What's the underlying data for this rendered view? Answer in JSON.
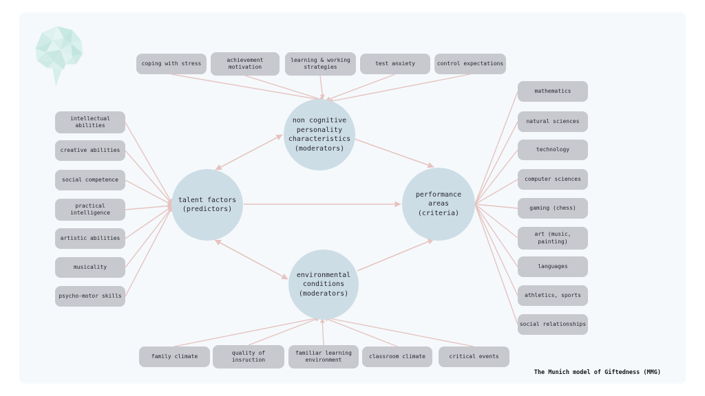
{
  "caption": "The Munich model of Giftedness (MMG)",
  "palette": {
    "page_background": "#ffffff",
    "panel_background": "#f5f9fc",
    "box_fill": "#c8c8cf",
    "box_text": "#26262e",
    "circle_fill": "#cddde6",
    "arrow_color": "#e6c3bf",
    "brain_teal": "#bfe2dc"
  },
  "icons": {
    "brain": "brain-icon (low-poly watercolor teal brain, top-left)"
  },
  "circles": {
    "noncognitive": {
      "label": "non cognitive\npersonality\ncharacteristics\n(moderators)"
    },
    "talent": {
      "label": "talent factors\n(predictors)"
    },
    "performance": {
      "label": "performance\nareas\n(criteria)"
    },
    "environmental": {
      "label": "environmental\nconditions\n(moderators)"
    }
  },
  "top_row": {
    "items": [
      {
        "label": "coping with stress"
      },
      {
        "label": "achievement\nmotivation"
      },
      {
        "label": "learning & working\nstrategies"
      },
      {
        "label": "test anxiety"
      },
      {
        "label": "control expectations"
      }
    ]
  },
  "left_column": {
    "items": [
      {
        "label": "intellectual\nabilities"
      },
      {
        "label": "creative abilities"
      },
      {
        "label": "social competence"
      },
      {
        "label": "practical\nintelligence"
      },
      {
        "label": "artistic abilities"
      },
      {
        "label": "musicality"
      },
      {
        "label": "psycho-motor skills"
      }
    ]
  },
  "right_column": {
    "items": [
      {
        "label": "mathematics"
      },
      {
        "label": "natural sciences"
      },
      {
        "label": "technology"
      },
      {
        "label": "computer sciences"
      },
      {
        "label": "gaming (chess)"
      },
      {
        "label": "art (music,\npainting)"
      },
      {
        "label": "languages"
      },
      {
        "label": "athletics, sports"
      },
      {
        "label": "social relationships"
      }
    ]
  },
  "bottom_row": {
    "items": [
      {
        "label": "family climate"
      },
      {
        "label": "quality of\ninsruction"
      },
      {
        "label": "familiar learning\nenvironment"
      },
      {
        "label": "classroom climate"
      },
      {
        "label": "critical events"
      }
    ]
  }
}
